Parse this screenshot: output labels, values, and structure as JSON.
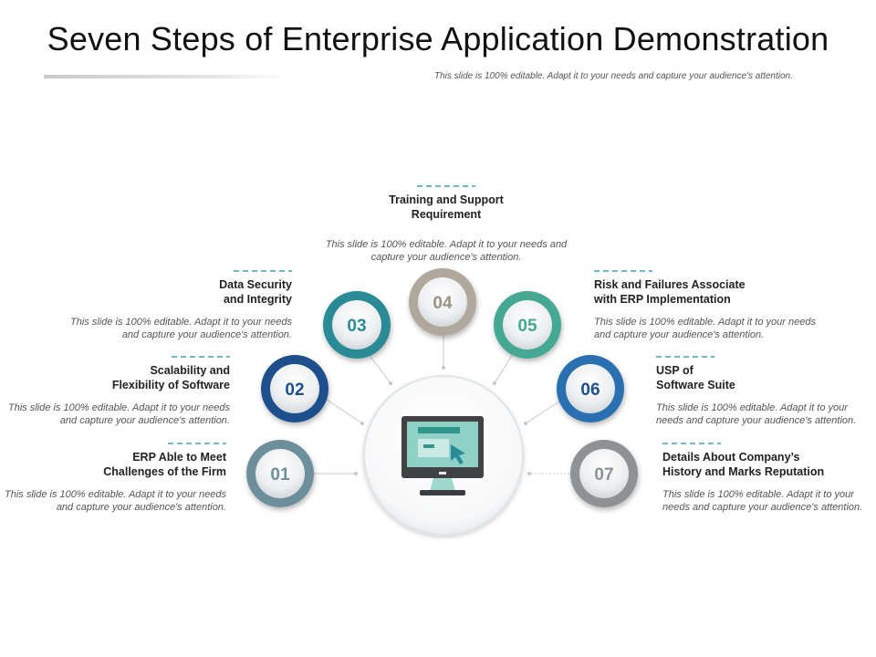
{
  "header": {
    "title": "Seven Steps of Enterprise Application Demonstration",
    "subtitle": "This slide is 100% editable. Adapt it to your needs and capture your audience's attention."
  },
  "center_icon": "computer-monitor-cursor-icon",
  "colors": {
    "step01": "#6d8f9b",
    "step02": "#1f4f8b",
    "step03": "#2a8b96",
    "step04": "#b0a89c",
    "step05": "#45a892",
    "step06": "#2c6fb0",
    "step07": "#8e9294",
    "monitor_screen": "#8fd1c4",
    "monitor_accent": "#3aa79a"
  },
  "steps": [
    {
      "num": "01",
      "title": "ERP Able to Meet\nChallenges of the Firm",
      "desc": "This slide is 100% editable. Adapt it to your needs and capture your audience's attention."
    },
    {
      "num": "02",
      "title": "Scalability and\nFlexibility of Software",
      "desc": "This slide is 100% editable. Adapt it to your needs and capture your audience's attention."
    },
    {
      "num": "03",
      "title": "Data Security\nand Integrity",
      "desc": "This slide is 100% editable. Adapt it to your needs and capture your audience's attention."
    },
    {
      "num": "04",
      "title": "Training and Support\nRequirement",
      "desc": "This slide is 100% editable. Adapt it to your needs and capture your audience's attention."
    },
    {
      "num": "05",
      "title": "Risk and  Failures Associate\nwith ERP Implementation",
      "desc": "This slide is 100% editable. Adapt it to your needs and capture your audience's attention."
    },
    {
      "num": "06",
      "title": "USP of\nSoftware Suite",
      "desc": "This slide is 100% editable. Adapt it to your needs and capture your audience's attention."
    },
    {
      "num": "07",
      "title": "Details About Company’s\nHistory and Marks Reputation",
      "desc": "This slide is 100% editable. Adapt it to your needs and capture your audience's attention."
    }
  ]
}
